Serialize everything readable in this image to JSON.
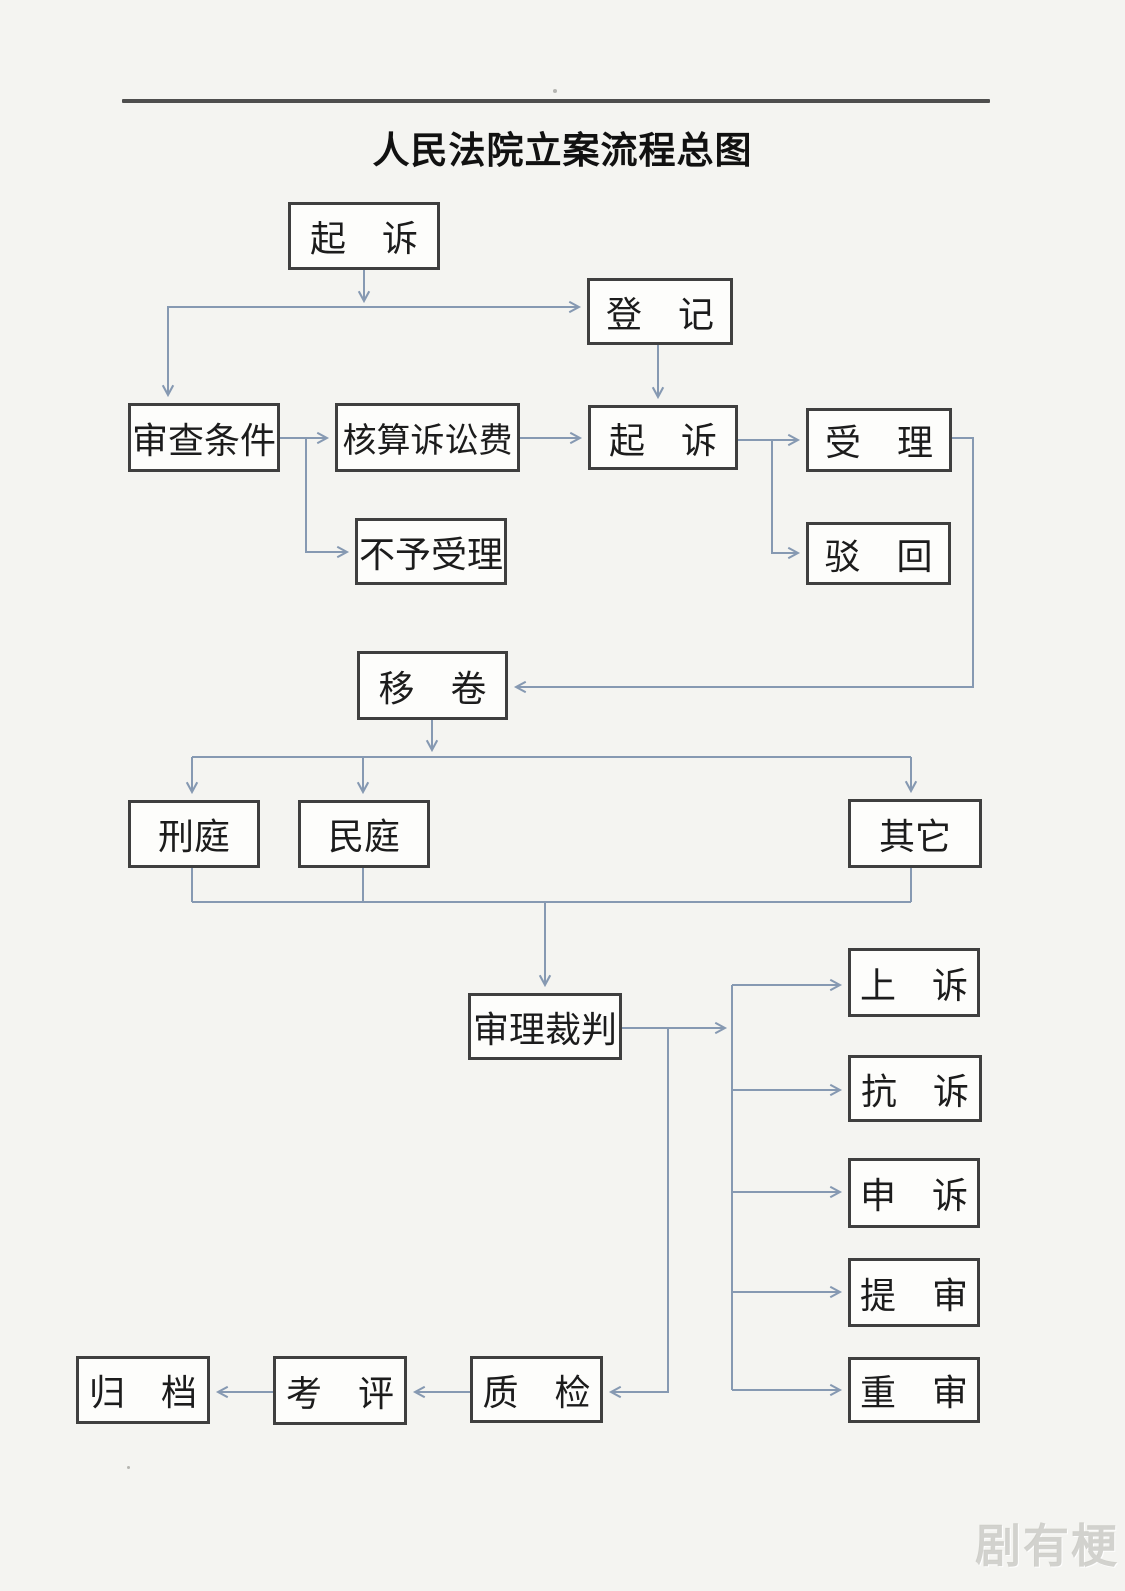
{
  "title": "人民法院立案流程总图",
  "watermark": "剧有梗",
  "colors": {
    "line": "#8699b2",
    "box_border": "#3f3f3f",
    "box_fill": "#fdfdfb",
    "background": "#f4f4f1",
    "title_text": "#111111",
    "watermark_text": "#bababa"
  },
  "nodes": {
    "sue_top": "起　诉",
    "register": "登　记",
    "review_conditions": "审查条件",
    "calc_fee": "核算诉讼费",
    "sue": "起　诉",
    "accept": "受　理",
    "not_accept": "不予受理",
    "dismiss": "驳　回",
    "transfer_file": "移　卷",
    "criminal_court": "刑庭",
    "civil_court": "民庭",
    "other_court": "其它",
    "trial_judgment": "审理裁判",
    "appeal": "上　诉",
    "protest": "抗　诉",
    "petition": "申　诉",
    "bring_up_trial": "提　审",
    "retrial": "重　审",
    "quality_check": "质　检",
    "evaluation": "考　评",
    "archive": "归　档"
  }
}
